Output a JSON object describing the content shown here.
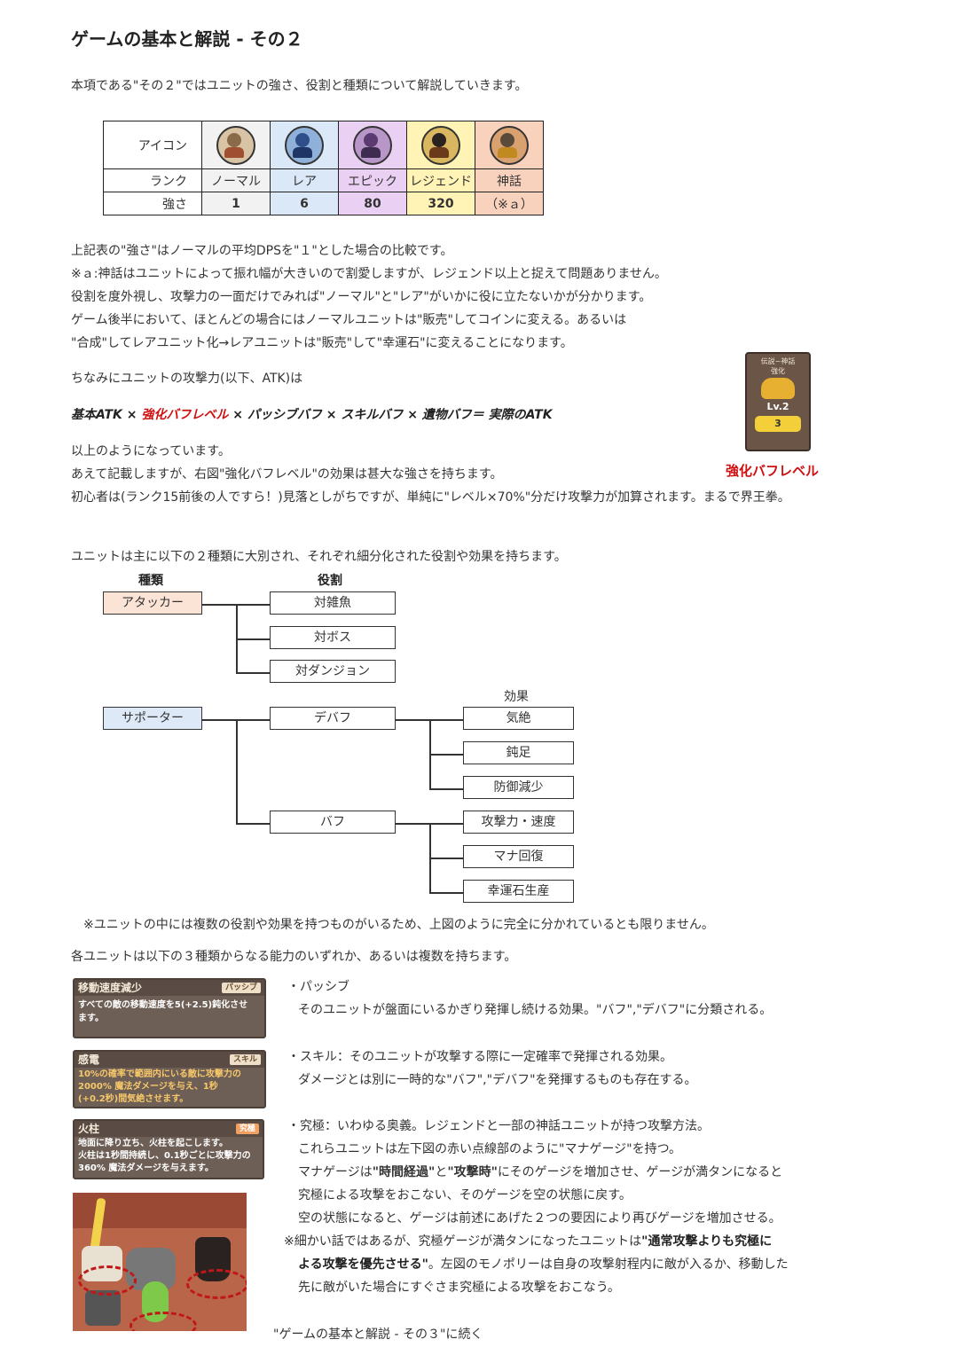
{
  "title": "ゲームの基本と解説 - その２",
  "intro": "本項である\"その２\"ではユニットの強さ、役割と種類について解説していきます。",
  "rank_table": {
    "row_labels": {
      "icon": "アイコン",
      "rank": "ランク",
      "strength": "強さ"
    },
    "columns": [
      {
        "rank": "ノーマル",
        "strength": "1",
        "color": "#f2f2f2",
        "icon": "normal-unit-icon"
      },
      {
        "rank": "レア",
        "strength": "6",
        "color": "#dbe8f8",
        "icon": "rare-unit-icon"
      },
      {
        "rank": "エピック",
        "strength": "80",
        "color": "#ead1f3",
        "icon": "epic-unit-icon"
      },
      {
        "rank": "レジェンド",
        "strength": "320",
        "color": "#fff3b5",
        "icon": "legend-unit-icon"
      },
      {
        "rank": "神話",
        "strength": "（※ａ）",
        "color": "#f8d2bc",
        "icon": "myth-unit-icon"
      }
    ]
  },
  "notes": [
    "上記表の\"強さ\"はノーマルの平均DPSを\"１\"とした場合の比較です。",
    "※ａ:神話はユニットによって振れ幅が大きいので割愛しますが、レジェンド以上と捉えて問題ありません。",
    "役割を度外視し、攻撃力の一面だけでみれば\"ノーマル\"と\"レア\"がいかに役に立たないかが分かります。",
    "ゲーム後半において、ほとんどの場合にはノーマルユニットは\"販売\"してコインに変える。あるいは",
    "\"合成\"してレアユニット化→レアユニットは\"販売\"して\"幸運石\"に変えることになります。"
  ],
  "atk_intro": "ちなみにユニットの攻撃力(以下、ATK)は",
  "formula": {
    "part1": "基本ATK ×",
    "highlight": "強化バフレベル",
    "part2": "× パッシブバフ × スキルバフ × 遺物バフ＝ 実際のATK"
  },
  "after_formula": [
    "以上のようになっています。",
    "あえて記載しますが、右図\"強化バフレベル\"の効果は甚大な強さを持ちます。",
    "初心者は(ランク15前後の人ですら！)見落としがちですが、単純に\"レベル×70%\"分だけ攻撃力が加算されます。まるで界王拳。"
  ],
  "buff_card": {
    "header": "伝説~神話",
    "sub": "強化",
    "level": "Lv.2",
    "cost": "3",
    "caption": "強化バフレベル"
  },
  "types_intro": "ユニットは主に以下の２種類に大別され、それぞれ細分化された役割や効果を持ちます。",
  "tree": {
    "headers": {
      "type": "種類",
      "role": "役割",
      "effect": "効果"
    },
    "attacker": {
      "label": "アタッカー",
      "roles": [
        "対雑魚",
        "対ボス",
        "対ダンジョン"
      ]
    },
    "supporter": {
      "label": "サポーター",
      "debuff": {
        "label": "デバフ",
        "effects": [
          "気絶",
          "鈍足",
          "防御減少"
        ]
      },
      "buff": {
        "label": "バフ",
        "effects": [
          "攻撃力・速度",
          "マナ回復",
          "幸運石生産"
        ]
      }
    }
  },
  "tree_note": "※ユニットの中には複数の役割や効果を持つものがいるため、上図のように完全に分かれているとも限りません。",
  "abilities_intro": "各ユニットは以下の３種類からなる能力のいずれか、あるいは複数を持ちます。",
  "cards": {
    "passive": {
      "title": "移動速度減少",
      "tag": "パッシブ",
      "body1": "すべての敵の移動速度を5(+2.5)鈍化させ",
      "body2": "ます。"
    },
    "skill": {
      "title": "感電",
      "tag": "スキル",
      "body1": "10%の確率で範囲内にいる敵に攻撃力の",
      "body2": "2000% 魔法ダメージを与え、1秒",
      "body3": "(+0.2秒)間気絶させます。"
    },
    "ultimate": {
      "title": "火柱",
      "tag": "究極",
      "body1": "地面に降り立ち、火柱を起こします。",
      "body2": "火柱は1秒間持続し、0.1秒ごとに攻撃力の",
      "body3": "360% 魔法ダメージを与えます。"
    }
  },
  "passive_desc": [
    "・パッシブ",
    "そのユニットが盤面にいるかぎり発揮し続ける効果。\"バフ\",\"デバフ\"に分類される。"
  ],
  "skill_desc": [
    "・スキル：そのユニットが攻撃する際に一定確率で発揮される効果。",
    "ダメージとは別に一時的な\"バフ\",\"デバフ\"を発揮するものも存在する。"
  ],
  "ultimate_desc": {
    "l1": "・究極：いわゆる奥義。レジェンドと一部の神話ユニットが持つ攻撃方法。",
    "l2": "これらユニットは左下図の赤い点線部のように\"マナゲージ\"を持つ。",
    "l3a": "マナゲージは",
    "l3b": "\"時間経過\"",
    "l3c": "と",
    "l3d": "\"攻撃時\"",
    "l3e": "にそのゲージを増加させ、ゲージが満タンになると",
    "l4": "究極による攻撃をおこない、そのゲージを空の状態に戻す。",
    "l5": "空の状態になると、ゲージは前述にあげた２つの要因により再びゲージを増加させる。",
    "l6a": "※細かい話ではあるが、究極ゲージが満タンになったユニットは",
    "l6b": "\"通常攻撃よりも究極に",
    "l7a": "よる攻撃を優先させる\"",
    "l7b": "。左図のモノポリーは自身の攻撃射程内に敵が入るか、移動した",
    "l8": "先に敵がいた場合にすぐさま究極による攻撃をおこなう。"
  },
  "footer": "\"ゲームの基本と解説 - その３\"に続く"
}
